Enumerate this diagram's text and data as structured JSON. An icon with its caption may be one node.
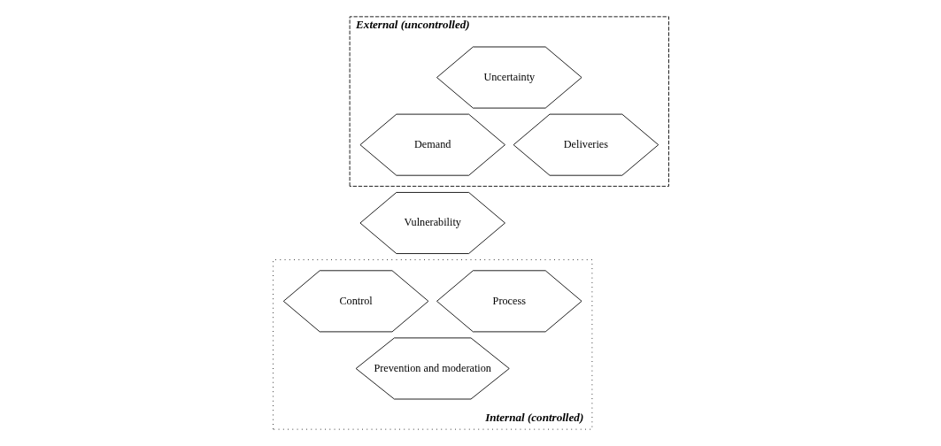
{
  "diagram": {
    "nodes": [
      {
        "text": [
          "External (uncontrolled)"
        ]
      },
      {
        "text": [
          "Uncertainty"
        ],
        "in": 0
      },
      {
        "text": [
          "Demand"
        ],
        "in": 0
      },
      {
        "text": [
          "Deliveries"
        ],
        "in": 0
      },
      {
        "text": [
          "Vulnerability"
        ]
      },
      {
        "text": [
          "Internal (controlled)"
        ]
      },
      {
        "text": [
          "Process"
        ],
        "in": 5
      },
      {
        "text": [
          "Control"
        ],
        "in": 5
      },
      {
        "text": [
          "Prevention and moderation"
        ],
        "in": 5
      }
    ]
  }
}
